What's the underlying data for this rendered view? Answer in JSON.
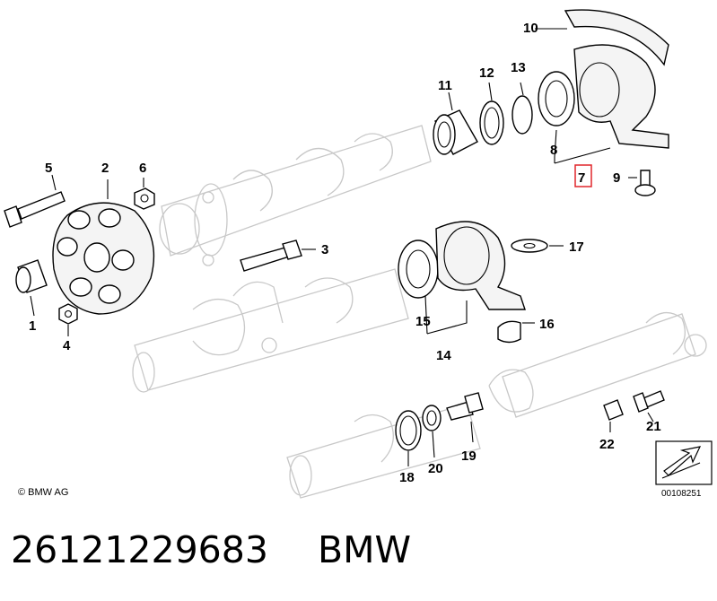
{
  "callouts": {
    "c1": "1",
    "c2": "2",
    "c3": "3",
    "c4": "4",
    "c5": "5",
    "c6": "6",
    "c7": "7",
    "c8": "8",
    "c9": "9",
    "c10": "10",
    "c11": "11",
    "c12": "12",
    "c13": "13",
    "c14": "14",
    "c15": "15",
    "c16": "16",
    "c17": "17",
    "c18": "18",
    "c19": "19",
    "c20": "20",
    "c21": "21",
    "c22": "22"
  },
  "highlighted_callout": "7",
  "highlight_color": "#e0262b",
  "copyright": "© BMW AG",
  "diagram_code": "00108251",
  "part_number": "26121229683",
  "brand": "BMW"
}
